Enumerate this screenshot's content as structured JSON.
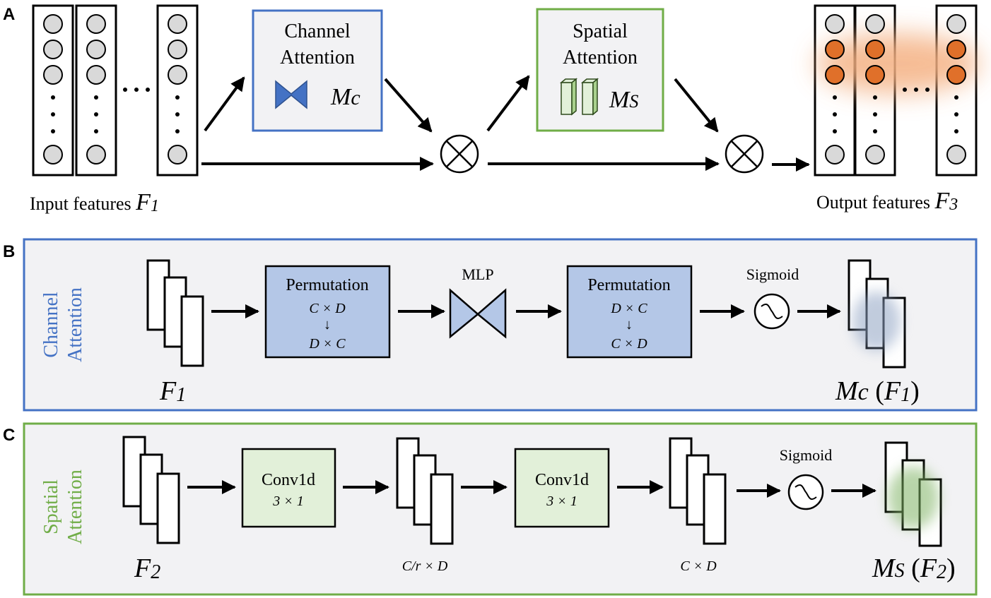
{
  "panel_a": {
    "label": "A",
    "input_caption": "Input features ",
    "input_symbol": "F",
    "input_sub": "1",
    "output_caption": "Output features ",
    "output_symbol": "F",
    "output_sub": "3",
    "channel_box": {
      "line1": "Channel",
      "line2": "Attention",
      "sym": "M",
      "sub": "c"
    },
    "spatial_box": {
      "line1": "Spatial",
      "line2": "Attention",
      "sym": "M",
      "sub": "S"
    }
  },
  "panel_b": {
    "label": "B",
    "side_line1": "Channel",
    "side_line2": "Attention",
    "input_symbol": "F",
    "input_sub": "1",
    "perm1": {
      "title": "Permutation",
      "top": "C × D",
      "arrow": "↓",
      "bottom": "D × C"
    },
    "mlp_label": "MLP",
    "perm2": {
      "title": "Permutation",
      "top": "D × C",
      "arrow": "↓",
      "bottom": "C × D"
    },
    "sigmoid_label": "Sigmoid",
    "output_sym": "M",
    "output_sub": "c",
    "output_arg": "F",
    "output_arg_sub": "1"
  },
  "panel_c": {
    "label": "C",
    "side_line1": "Spatial",
    "side_line2": "Attention",
    "input_symbol": "F",
    "input_sub": "2",
    "conv1": {
      "title": "Conv1d",
      "kernel": "3 × 1"
    },
    "mid_dim": "C/r × D",
    "conv2": {
      "title": "Conv1d",
      "kernel": "3 × 1"
    },
    "out_dim": "C × D",
    "sigmoid_label": "Sigmoid",
    "output_sym": "M",
    "output_sub": "S",
    "output_arg": "F",
    "output_arg_sub": "2"
  },
  "colors": {
    "channel_border": "#4472c4",
    "channel_fill": "#b4c7e7",
    "spatial_border": "#70ad47",
    "spatial_fill": "#e2f0d9",
    "node_gray": "#d9d9d9",
    "node_orange": "#e0702a",
    "panel_bg": "#f2f2f4"
  }
}
